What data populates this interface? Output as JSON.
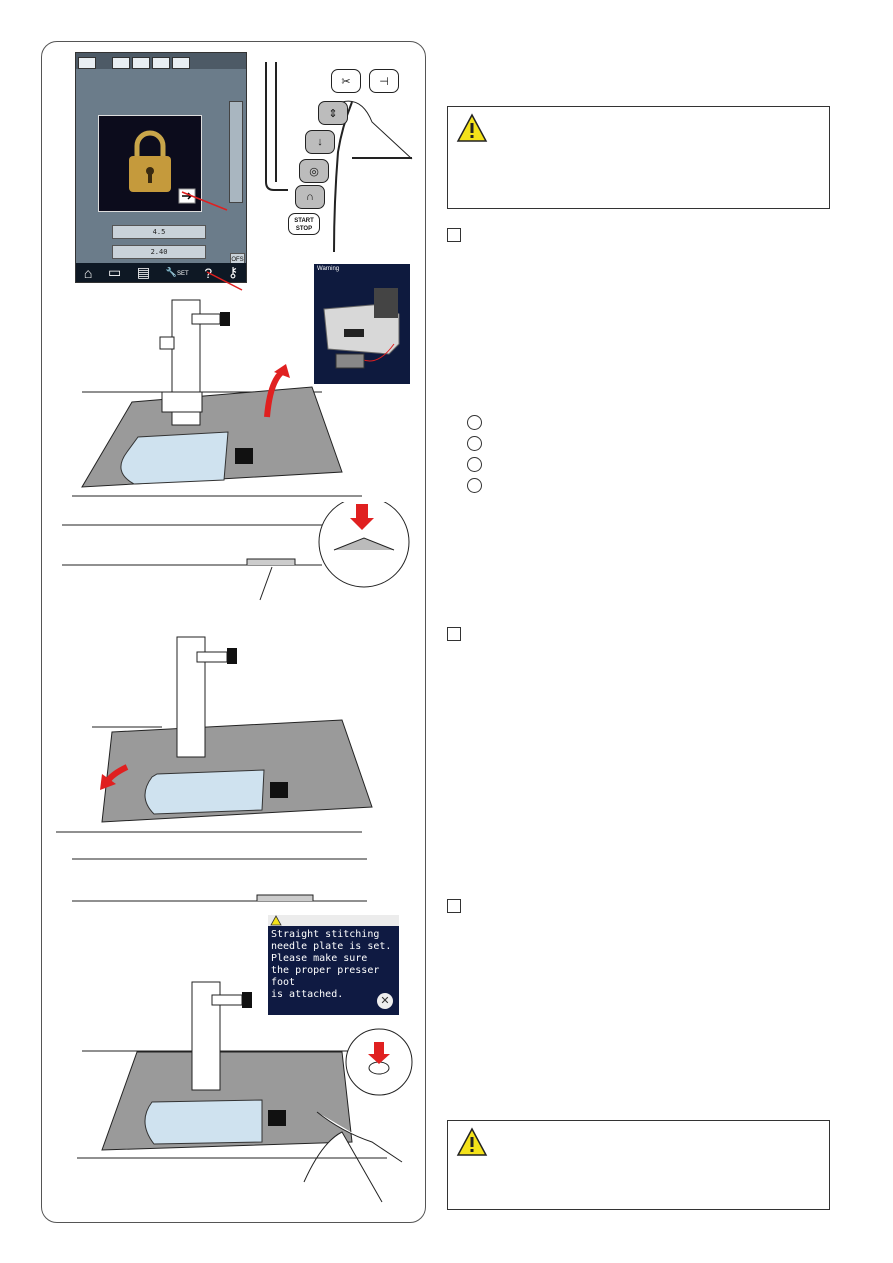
{
  "lcd": {
    "row1_value": "4.5",
    "row2_value": "2.40",
    "ofs_label": "OFS",
    "bottom_help": "?",
    "bottom_set": "SET"
  },
  "machine": {
    "start_stop_label": "START\nSTOP"
  },
  "warning_screen_1": {
    "title": "Warning"
  },
  "warning_screen_2": {
    "message": "Straight stitching\nneedle plate is set.\nPlease make sure\nthe proper presser foot\nis attached.",
    "close_symbol": "✕"
  },
  "colors": {
    "arrow_red": "#e02020",
    "plate_grey": "#9a9a9a",
    "lcd_blue": "#0f1a42",
    "caution_yellow": "#f4e21a"
  },
  "icons": [
    "warning-triangle-icon",
    "lock-icon",
    "home-icon",
    "wrench-icon",
    "key-icon",
    "scissors-icon",
    "close-icon"
  ]
}
